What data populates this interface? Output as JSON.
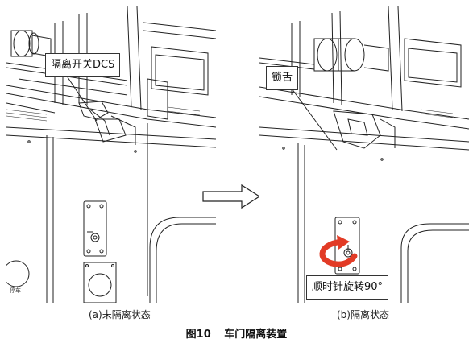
{
  "panel_a": {
    "callout": "隔离开关DCS",
    "caption": "(a)未隔离状态",
    "sticker_text": "停车"
  },
  "panel_b": {
    "callout_lock": "锁舌",
    "callout_rotate": "顺时针旋转90°",
    "caption": "(b)隔离状态"
  },
  "figure": {
    "number": "图10",
    "title": "车门隔离装置"
  }
}
